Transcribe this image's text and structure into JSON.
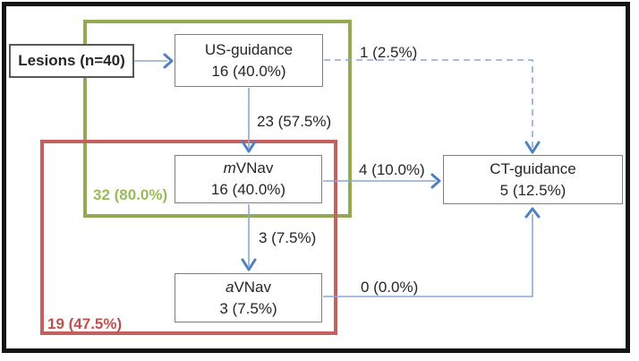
{
  "colors": {
    "outer_border": "#141414",
    "green_box": "#94a955",
    "green_label": "#9bbb59",
    "red_box": "#c4615e",
    "red_label": "#c0504d",
    "node_border": "#7f7f7f",
    "arrow_line": "#8aa9d6",
    "arrow_head": "#4e81bd"
  },
  "nodes": {
    "lesions": {
      "label": "Lesions (n=40)"
    },
    "us": {
      "line1": "US-guidance",
      "line2": "16 (40.0%)"
    },
    "mvnav": {
      "italic": "m",
      "rest": "VNav",
      "line2": "16 (40.0%)"
    },
    "avnav": {
      "italic": "a",
      "rest": "VNav",
      "line2": "3 (7.5%)"
    },
    "ct": {
      "line1": "CT-guidance",
      "line2": "5 (12.5%)"
    }
  },
  "edges": {
    "us_to_mvnav": "23 (57.5%)",
    "us_to_ct": "1 (2.5%)",
    "mvnav_to_ct": "4 (10.0%)",
    "mvnav_to_avnav": "3 (7.5%)",
    "avnav_to_ct": "0 (0.0%)"
  },
  "groups": {
    "green_total": "32 (80.0%)",
    "red_total": "19 (47.5%)"
  }
}
